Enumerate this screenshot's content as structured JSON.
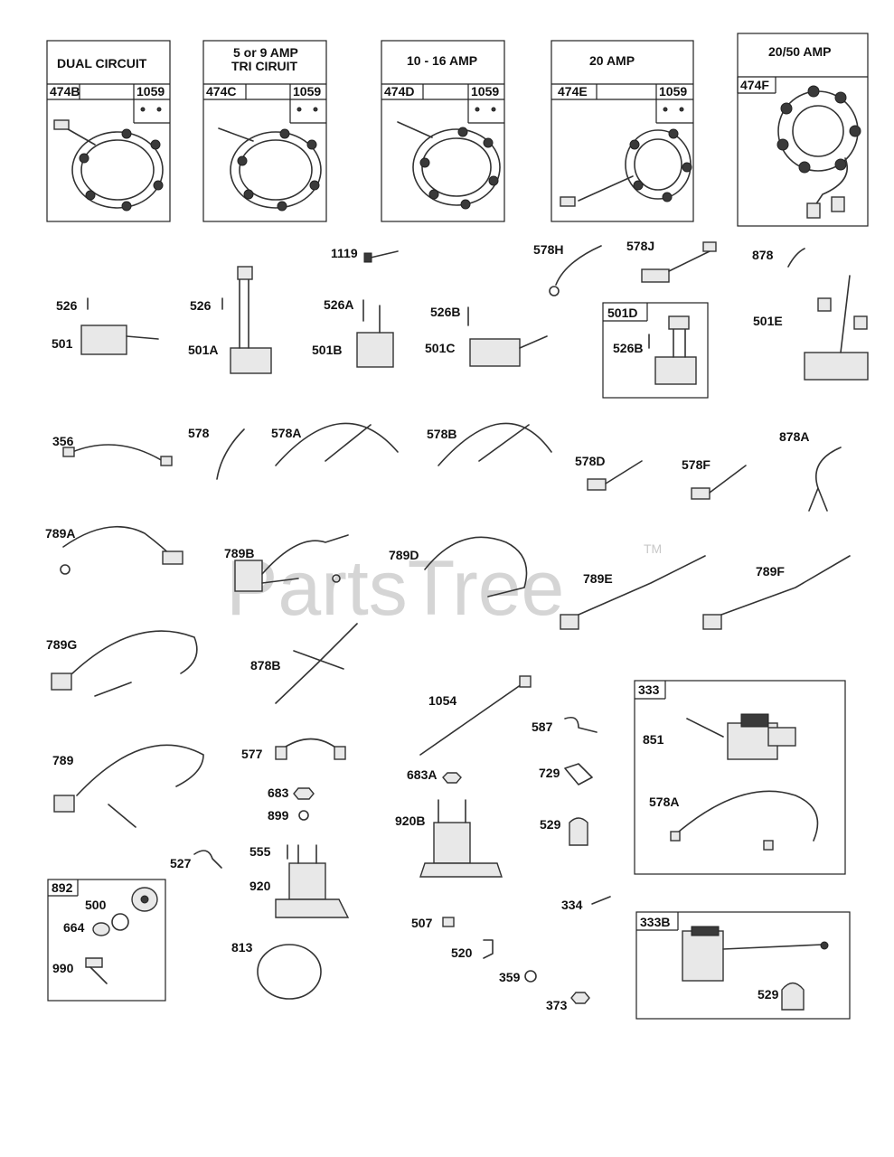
{
  "watermark": {
    "text": "PartsTree",
    "tm": "TM"
  },
  "stator_boxes": [
    {
      "title": "DUAL CIRCUIT",
      "part": "474B",
      "hardware": "1059"
    },
    {
      "title": "5 or 9 AMP",
      "title2": "TRI CIRUIT",
      "part": "474C",
      "hardware": "1059"
    },
    {
      "title": "10 - 16 AMP",
      "part": "474D",
      "hardware": "1059"
    },
    {
      "title": "20 AMP",
      "part": "474E",
      "hardware": "1059"
    },
    {
      "title": "20/50 AMP",
      "part": "474F"
    }
  ],
  "kits": {
    "k501d": "501D",
    "k333": "333",
    "k333b": "333B",
    "k892": "892"
  },
  "labels": [
    "1119",
    "578H",
    "578J",
    "878",
    "526",
    "526",
    "526A",
    "526B",
    "501D_526B",
    "501",
    "501A",
    "501B",
    "501C",
    "501E",
    "356",
    "578",
    "578A",
    "578B",
    "578D",
    "578F",
    "878A",
    "789A",
    "789B",
    "789D",
    "789E",
    "789F",
    "789G",
    "878B",
    "1054",
    "587",
    "851",
    "789",
    "577",
    "683A",
    "729",
    "683",
    "899",
    "920B",
    "529",
    "578A_2",
    "527",
    "555",
    "920",
    "334",
    "500",
    "664",
    "507",
    "520",
    "990",
    "813",
    "359",
    "373",
    "529_2"
  ],
  "label_text": {
    "1119": "1119",
    "578H": "578H",
    "578J": "578J",
    "878": "878",
    "526": "526",
    "526A": "526A",
    "526B": "526B",
    "501D_526B": "526B",
    "501": "501",
    "501A": "501A",
    "501B": "501B",
    "501C": "501C",
    "501E": "501E",
    "356": "356",
    "578": "578",
    "578A": "578A",
    "578B": "578B",
    "578D": "578D",
    "578F": "578F",
    "878A": "878A",
    "789A": "789A",
    "789B": "789B",
    "789D": "789D",
    "789E": "789E",
    "789F": "789F",
    "789G": "789G",
    "878B": "878B",
    "1054": "1054",
    "587": "587",
    "851": "851",
    "789": "789",
    "577": "577",
    "683A": "683A",
    "729": "729",
    "683": "683",
    "899": "899",
    "920B": "920B",
    "529": "529",
    "578A_2": "578A",
    "527": "527",
    "555": "555",
    "920": "920",
    "334": "334",
    "500": "500",
    "664": "664",
    "507": "507",
    "520": "520",
    "990": "990",
    "813": "813",
    "359": "359",
    "373": "373",
    "529_2": "529"
  }
}
